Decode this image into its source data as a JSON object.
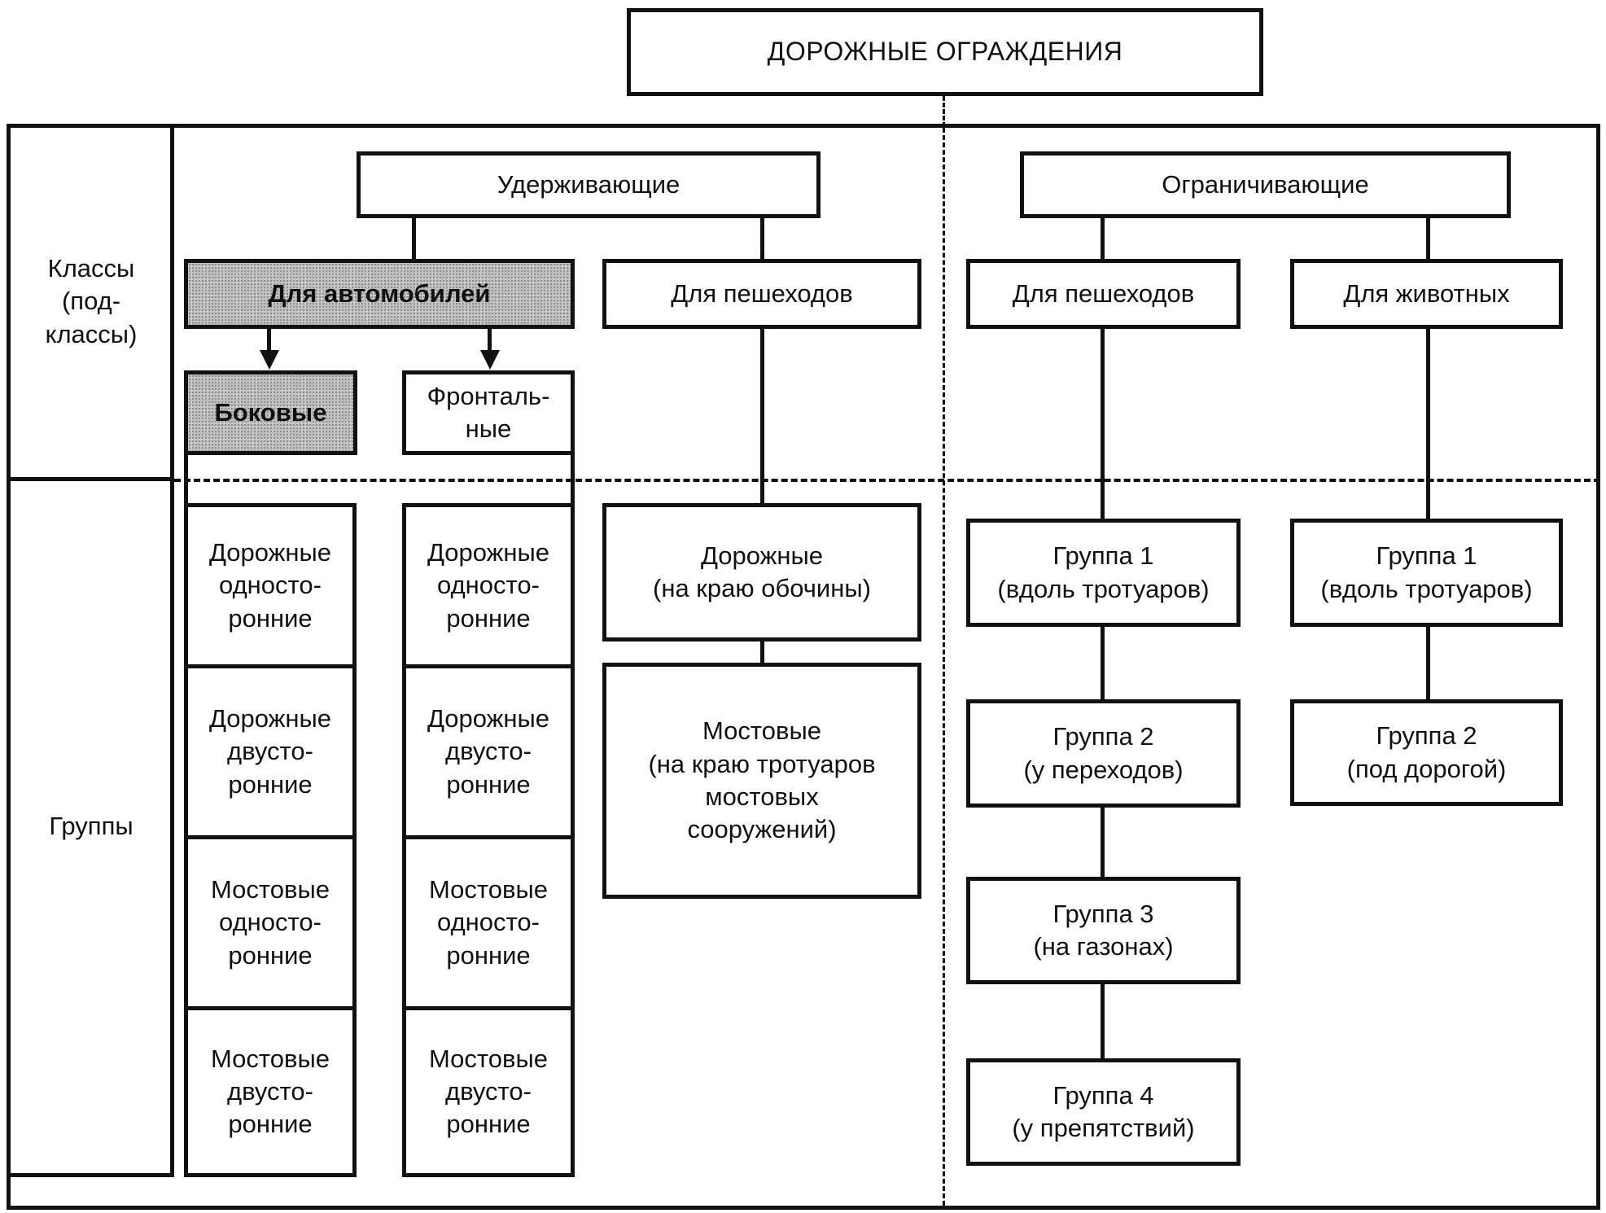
{
  "title": "ДОРОЖНЫЕ ОГРАЖДЕНИЯ",
  "row_labels": {
    "classes": "Классы\n(под-\nклассы)",
    "groups": "Группы"
  },
  "restraining": {
    "label": "Удерживающие",
    "vehicles": {
      "label": "Для автомобилей",
      "highlighted": true,
      "subclasses": [
        {
          "label": "Боковые",
          "highlighted": true,
          "groups": [
            "Дорожные\nодносто-\nронние",
            "Дорожные\nдвусто-\nронние",
            "Мостовые\nодносто-\nронние",
            "Мостовые\nдвусто-\nронние"
          ]
        },
        {
          "label": "Фронталь-\nные",
          "highlighted": false,
          "groups": [
            "Дорожные\nодносто-\nронние",
            "Дорожные\nдвусто-\nронние",
            "Мостовые\nодносто-\nронние",
            "Мостовые\nдвусто-\nронние"
          ]
        }
      ]
    },
    "pedestrians": {
      "label": "Для пешеходов",
      "groups": [
        "Дорожные\n(на краю обочины)",
        "Мостовые\n(на краю тротуаров\nмостовых\nсооружений)"
      ]
    }
  },
  "limiting": {
    "label": "Ограничивающие",
    "pedestrians": {
      "label": "Для пешеходов",
      "groups": [
        "Группа 1\n(вдоль тротуаров)",
        "Группа 2\n(у переходов)",
        "Группа 3\n(на газонах)",
        "Группа 4\n(у препятствий)"
      ]
    },
    "animals": {
      "label": "Для животных",
      "groups": [
        "Группа 1\n(вдоль тротуаров)",
        "Группа 2\n(под дорогой)"
      ]
    }
  },
  "colors": {
    "line": "#111111",
    "highlight_fill": "#bdbdbd",
    "background": "#ffffff"
  }
}
